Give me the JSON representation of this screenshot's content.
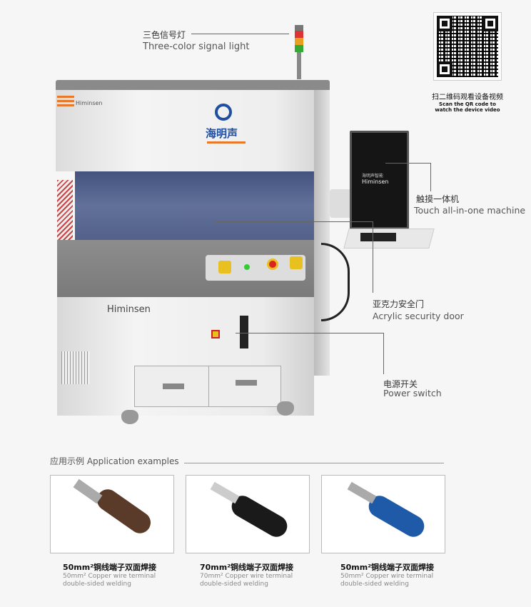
{
  "labels": {
    "signal_light_cn": "三色信号灯",
    "signal_light_en": "Three-color signal light",
    "touch_cn": "触摸一体机",
    "touch_en": "Touch all-in-one machine",
    "door_cn": "亚克力安全门",
    "door_en": "Acrylic security door",
    "power_cn": "电源开关",
    "power_en": "Power switch"
  },
  "qr": {
    "caption_cn": "扫二维码观看设备视频",
    "caption_en_1": "Scan the QR code to",
    "caption_en_2": "watch the device video"
  },
  "machine": {
    "brand_cn": "海明声",
    "brand_en": "Himinsen",
    "screen_cn": "海明声智能",
    "screen_en": "Himinsen"
  },
  "examples": {
    "heading": "应用示例 Application examples",
    "items": [
      {
        "title": "50mm²铜线端子双面焊接",
        "desc1": "50mm² Copper wire terminal",
        "desc2": "double-sided welding",
        "color": "#5a3a28"
      },
      {
        "title": "70mm²铜线端子双面焊接",
        "desc1": "70mm² Copper wire terminal",
        "desc2": "double-sided welding",
        "color": "#1a1a1a"
      },
      {
        "title": "50mm²铜线端子双面焊接",
        "desc1": "50mm² Copper wire terminal",
        "desc2": "double-sided welding",
        "color": "#1f5aa8"
      }
    ]
  },
  "colors": {
    "accent": "#e8782a",
    "window": "#3a4a78"
  }
}
